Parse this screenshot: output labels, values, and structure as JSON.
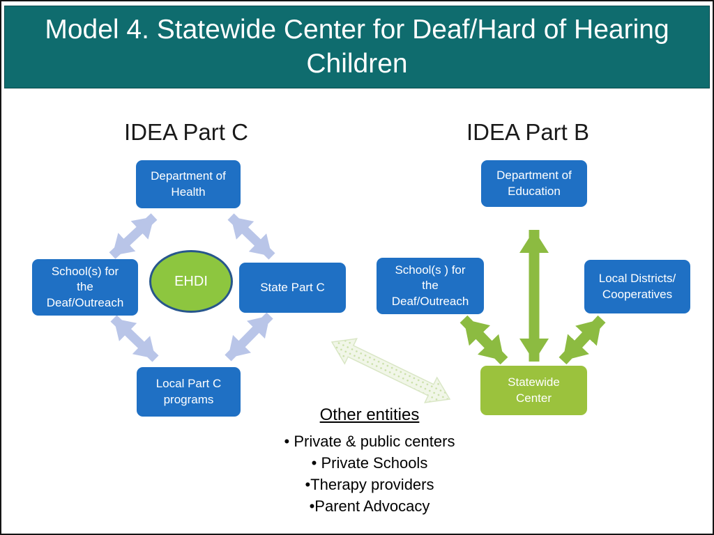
{
  "slide": {
    "title": "Model 4. Statewide Center for Deaf/Hard of Hearing Children"
  },
  "part_c": {
    "heading": "IDEA Part C",
    "nodes": {
      "dept_health": "Department of\nHealth",
      "schools_deaf": "School(s) for\nthe\nDeaf/Outreach",
      "ehdi": "EHDI",
      "state_part_c": "State Part C",
      "local_part_c": "Local Part C\nprograms"
    }
  },
  "part_b": {
    "heading": "IDEA Part B",
    "nodes": {
      "dept_education": "Department of\nEducation",
      "schools_deaf": "School(s ) for\nthe\nDeaf/Outreach",
      "local_districts": "Local Districts/\nCooperatives",
      "statewide_center": "Statewide\nCenter"
    }
  },
  "other_entities": {
    "heading": "Other entities",
    "items": [
      "• Private & public centers",
      "• Private Schools",
      "•Therapy providers",
      "•Parent Advocacy"
    ]
  },
  "colors": {
    "header_bg": "#0f6c6e",
    "node_blue": "#1f70c4",
    "node_green": "#9bc23d",
    "ehdi_fill": "#8dc63f",
    "ehdi_border": "#27568c",
    "arrow_light_blue": "#b9c5e8",
    "arrow_green": "#8cbb41",
    "arrow_pale_green": "#e8f0dc"
  }
}
